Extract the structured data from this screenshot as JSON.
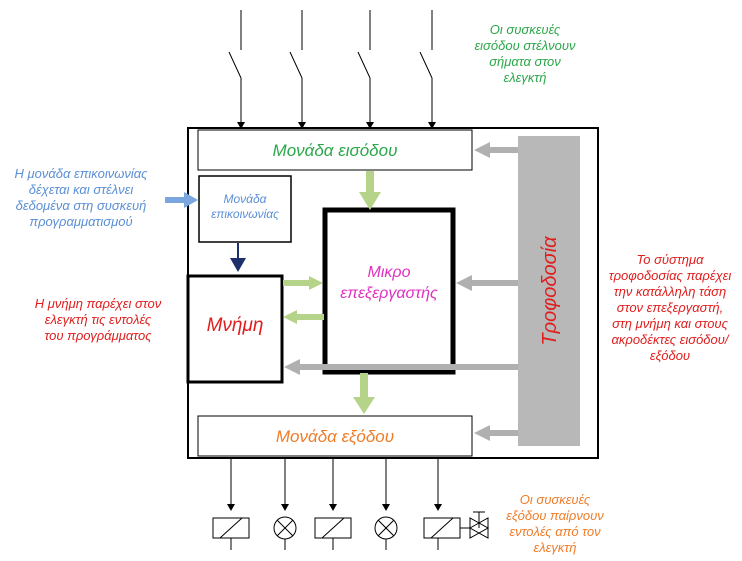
{
  "blocks": {
    "input_unit": "Μονάδα εισόδου",
    "output_unit": "Μονάδα εξόδου",
    "comm_unit": "Μονάδα\nεπικοινωνίας",
    "memory": "Μνήμη",
    "cpu": "Μικρο\nεπεξεργαστής",
    "power_supply": "Τροφοδοσία"
  },
  "notes": {
    "input_devices": "Οι συσκευές\nεισόδου στέλνουν\nσήματα στον\nελεγκτή",
    "comm": "Η μονάδα επικοινωνίας\nδέχεται και στέλνει\nδεδομένα στη συσκευή\nπρογραμματισμού",
    "memory": "Η μνήμη παρέχει στον\nελεγκτή τις εντολές\nτου προγράμματος",
    "power": "Το σύστημα\nτροφοδοσίας παρέχει\nτην κατάλληλη τάση\nστον επεξεργαστή,\nστη μνήμη και στους\nακροδέκτες εισόδου/\nεξόδου",
    "output_devices": "Οι συσκευές\nεξόδου παίρνουν\nεντολές από τον\nελεγκτή"
  },
  "colors": {
    "input_label": "#2aa84a",
    "output_label": "#f07c28",
    "comm_label": "#5b8fd6",
    "memory_label": "#e01e1e",
    "cpu_label": "#e030c0",
    "power_label": "#e01e1e",
    "power_bar": "#b8b8b8",
    "green_arrow": "#b5d48a",
    "gray_arrow": "#b0b0b0",
    "blue_arrow": "#7aa7e0",
    "navy_arrow": "#1f2f6b"
  }
}
